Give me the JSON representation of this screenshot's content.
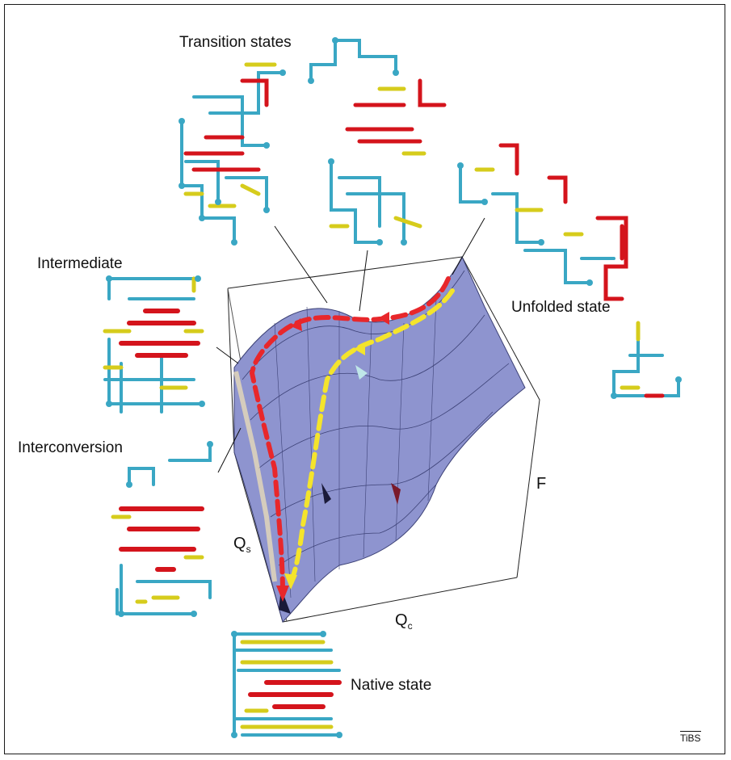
{
  "labels": {
    "transition_states": "Transition states",
    "intermediate": "Intermediate",
    "unfolded_state": "Unfolded state",
    "interconversion": "Interconversion",
    "native_state": "Native state"
  },
  "axes": {
    "f": "F",
    "qs_main": "Q",
    "qs_sub": "s",
    "qc_main": "Q",
    "qc_sub": "c"
  },
  "logo": "TiBS",
  "colors": {
    "chain_blue": "#3aa7c4",
    "contact_red": "#d4141c",
    "contact_yellow": "#d6cc1c",
    "surface_light": "#a9aede",
    "surface_dark": "#6570ad",
    "arrow_red": "#e8272b",
    "arrow_yellow": "#f4e42c"
  },
  "pathways": [
    {
      "name": "red-pathway",
      "color": "red"
    },
    {
      "name": "yellow-pathway",
      "color": "yellow"
    }
  ]
}
